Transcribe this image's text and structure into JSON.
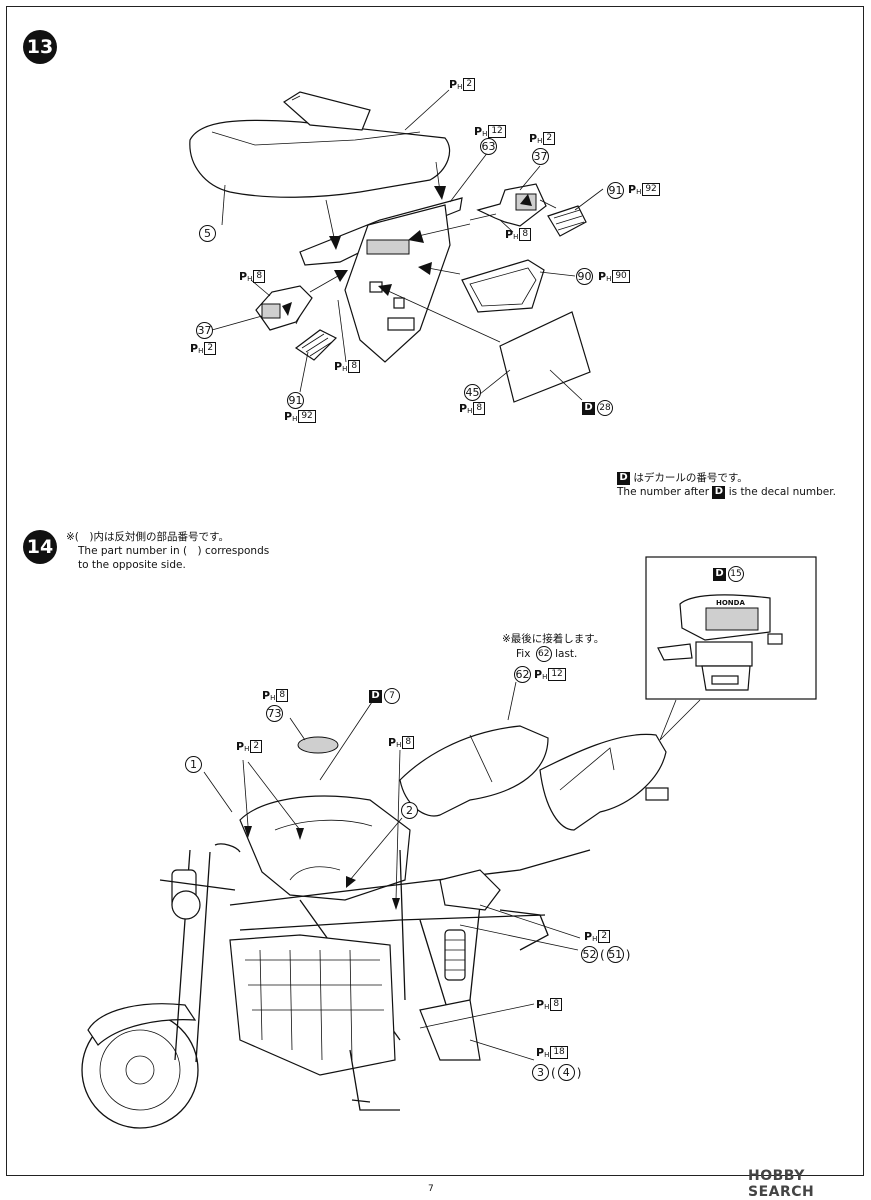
{
  "steps": {
    "s13": "13",
    "s14": "14"
  },
  "step13": {
    "labels": {
      "ph2_top": "2",
      "ph12": "12",
      "ph2_b": "2",
      "p63": "63",
      "p37_top": "37",
      "p91_right": "91",
      "ph92_right": "92",
      "p5": "5",
      "ph8_right": "8",
      "ph8_left": "8",
      "p90": "90",
      "ph90": "90",
      "p37_left": "37",
      "ph2_left": "2",
      "ph8_mid": "8",
      "p91_left": "91",
      "ph92_left": "92",
      "p45": "45",
      "ph8_bottom": "8",
      "d_letter": "D",
      "d28": "28"
    },
    "decal_note_jp": "はデカールの番号です。",
    "decal_note_en_a": "The number after",
    "decal_note_en_b": "is the decal number."
  },
  "step14": {
    "note_jp": "※(　)内は反対側の部品番号です。",
    "note_en_1": "The part number in (　) corresponds",
    "note_en_2": "to the opposite side.",
    "inset_decal": "15",
    "inset_brand": "HONDA",
    "fix_note_jp": "※最後に接着します。",
    "fix_note_en_a": "Fix",
    "fix_note_num": "62",
    "fix_note_en_b": "last.",
    "labels": {
      "p62": "62",
      "ph12": "12",
      "ph8_a": "8",
      "p73": "73",
      "d7": "7",
      "ph2_a": "2",
      "ph8_b": "8",
      "p1": "1",
      "p2": "2",
      "ph2_b": "2",
      "p52": "52",
      "p51": "51",
      "ph8_c": "8",
      "ph18": "18",
      "p3": "3",
      "p4": "4"
    }
  },
  "footer": {
    "page_number": "7",
    "watermark": "HOBBY SEARCH"
  }
}
